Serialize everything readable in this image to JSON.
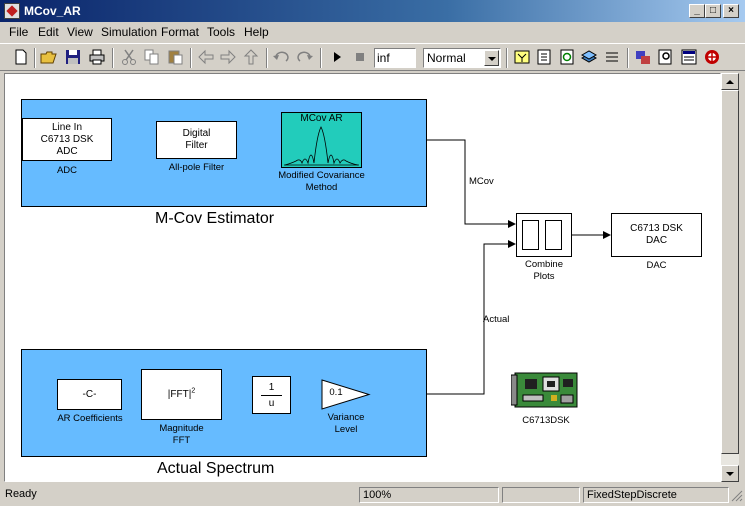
{
  "window": {
    "title": "MCov_AR"
  },
  "menu": [
    "File",
    "Edit",
    "View",
    "Simulation",
    "Format",
    "Tools",
    "Help"
  ],
  "toolbar": {
    "stop_time": "inf",
    "sim_mode": "Normal"
  },
  "subsystems": {
    "mcov": {
      "title": "M-Cov Estimator"
    },
    "actual": {
      "title": "Actual Spectrum"
    }
  },
  "blocks": {
    "adc": {
      "line1": "Line In",
      "line2": "C6713 DSK",
      "line3": "ADC",
      "label": "ADC"
    },
    "filter": {
      "line1": "Digital",
      "line2": "Filter",
      "label": "All-pole Filter"
    },
    "mcov": {
      "inner": "MCov AR",
      "label1": "Modified Covariance",
      "label2": "Method"
    },
    "coef": {
      "text": "-C-",
      "label": "AR Coefficients"
    },
    "fft": {
      "text": "|FFT|",
      "sup": "2",
      "label1": "Magnitude",
      "label2": "FFT"
    },
    "recip": {
      "num": "1",
      "den": "u"
    },
    "gain": {
      "text": "0.1",
      "label1": "Variance",
      "label2": "Level"
    },
    "combine": {
      "label1": "Combine",
      "label2": "Plots"
    },
    "dac": {
      "line1": "C6713 DSK",
      "line2": "DAC",
      "label": "DAC"
    },
    "board": {
      "label": "C6713DSK"
    }
  },
  "signals": {
    "mcov": "MCov",
    "actual": "Actual"
  },
  "status": {
    "state": "Ready",
    "zoom": "100%",
    "solver": "FixedStepDiscrete"
  }
}
